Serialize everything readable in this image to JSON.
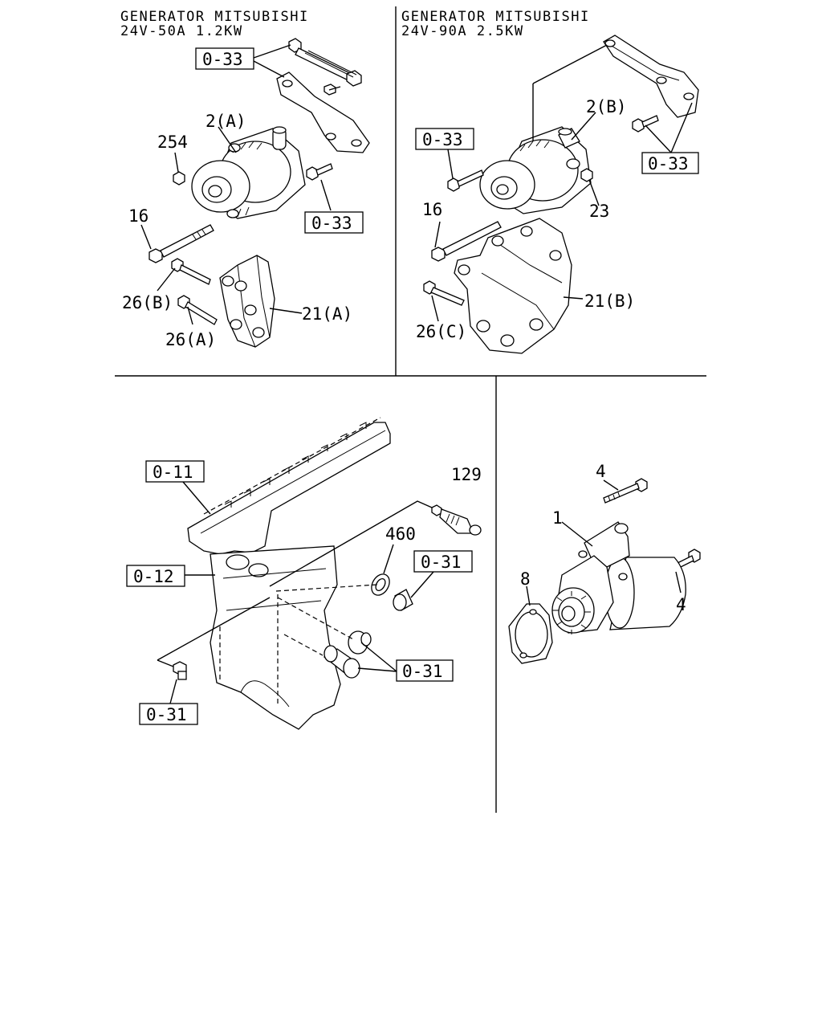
{
  "panels": {
    "generator_a": {
      "title_line1": "GENERATOR MITSUBISHI",
      "title_line2": "24V-50A 1.2KW",
      "labels": {
        "ref_top": "0-33",
        "generator": "2(A)",
        "nut": "254",
        "ref_bolt": "0-33",
        "long_bolt": "16",
        "bolt_b": "26(B)",
        "bracket": "21(A)",
        "bolt_a": "26(A)"
      }
    },
    "generator_b": {
      "title_line1": "GENERATOR MITSUBISHI",
      "title_line2": "24V-90A 2.5KW",
      "labels": {
        "generator": "2(B)",
        "ref_left": "0-33",
        "ref_right": "0-33",
        "long_bolt": "16",
        "nut": "23",
        "bracket": "21(B)",
        "bolt_c": "26(C)"
      }
    },
    "engine_block": {
      "labels": {
        "ref_head": "0-11",
        "ref_block": "0-12",
        "sensor": "129",
        "washer": "460",
        "ref_plug": "0-31",
        "ref_sleeves": "0-31",
        "ref_fitting": "0-31"
      }
    },
    "starter": {
      "labels": {
        "starter": "1",
        "stud_top": "4",
        "stud_right": "4",
        "gasket": "8"
      }
    }
  }
}
